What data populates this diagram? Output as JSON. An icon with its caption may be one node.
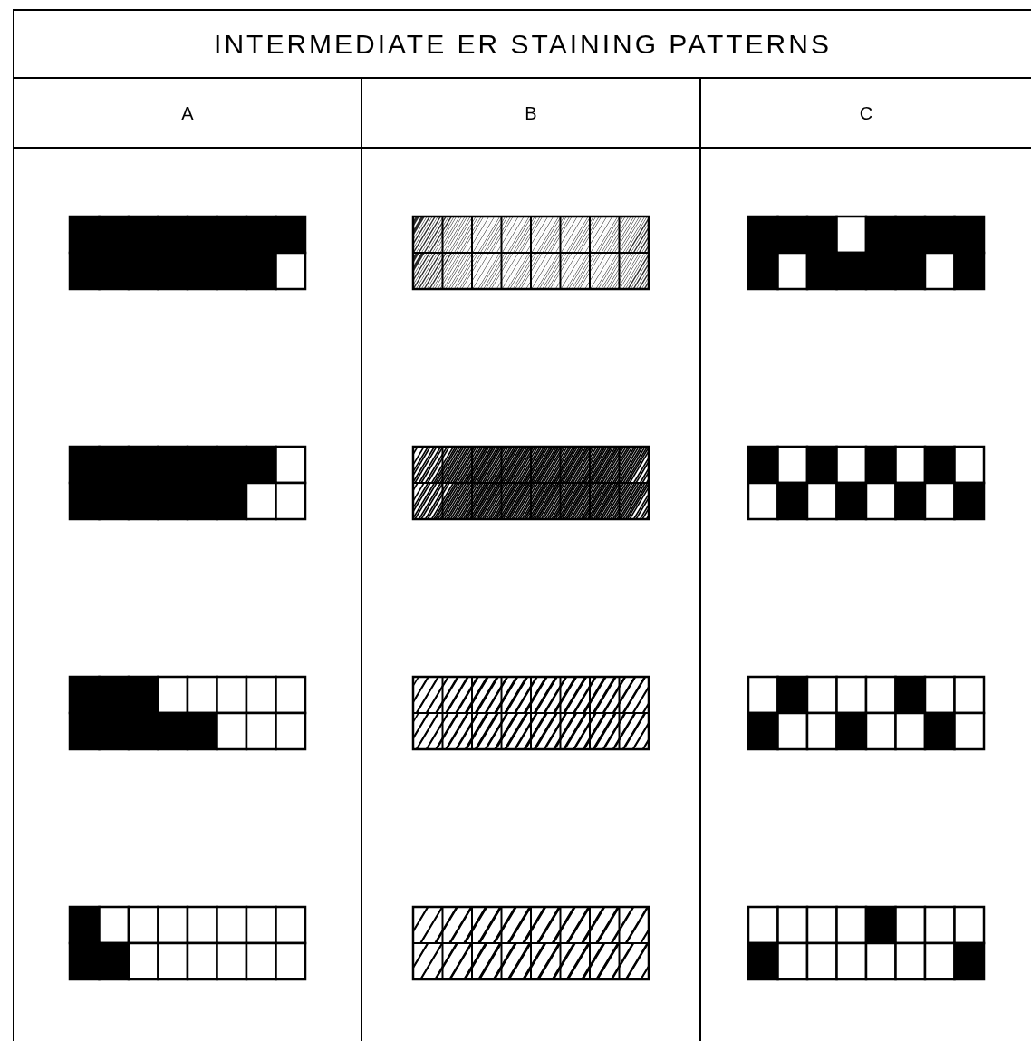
{
  "diagram": {
    "title": "INTERMEDIATE ER STAINING PATTERNS",
    "labels": [
      "A",
      "B",
      "C"
    ]
  }
}
